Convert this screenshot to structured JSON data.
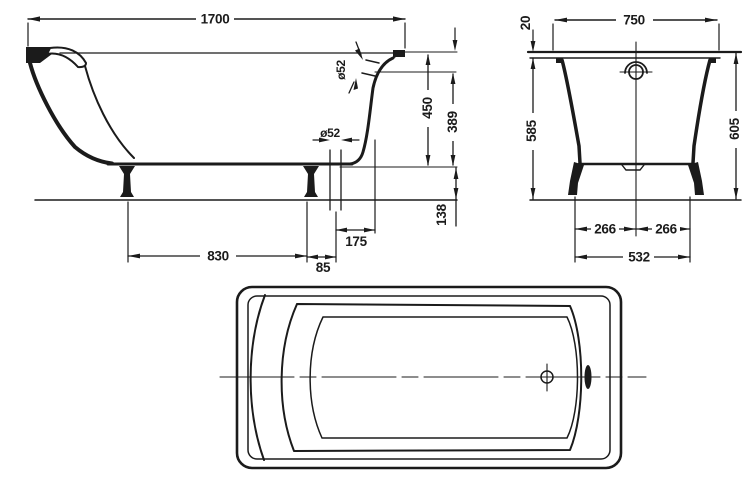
{
  "drawing": {
    "type": "bathtub-technical-drawing",
    "line_color": "#1b1b1b",
    "background": "#ffffff"
  },
  "side": {
    "length": "1700",
    "overflow_diameter": "ø52",
    "drain_diameter": "ø52",
    "depth": "450",
    "overflow_height": "389",
    "floor_clearance": "138",
    "foot_spacing": "830",
    "drain_offset": "85",
    "drain_to_end": "175"
  },
  "end": {
    "width": "750",
    "rim_height": "20",
    "body_height": "585",
    "total_height": "605",
    "half_span_left": "266",
    "half_span_right": "266",
    "foot_span": "532"
  }
}
